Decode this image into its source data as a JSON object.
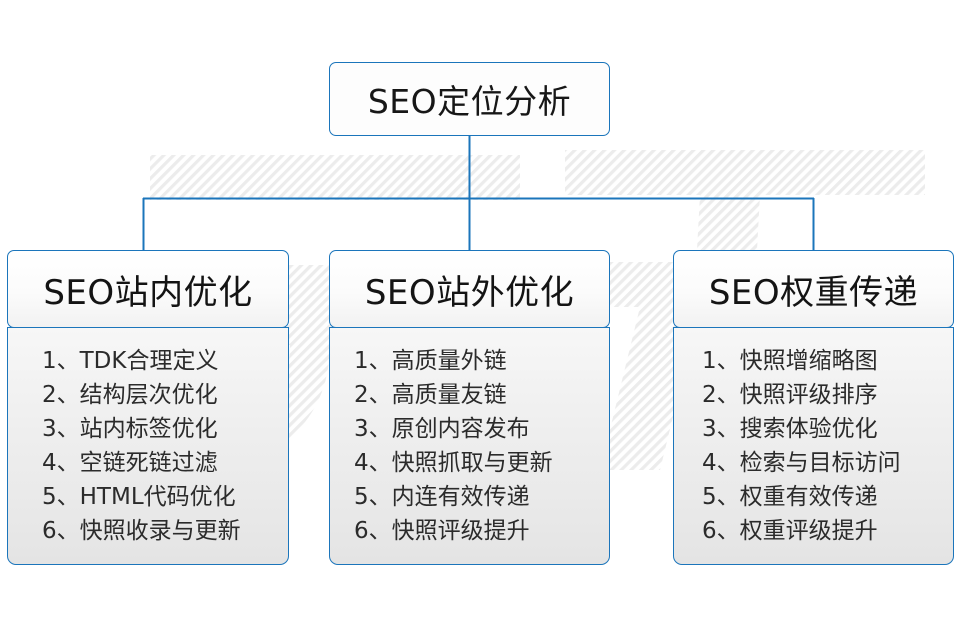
{
  "diagram": {
    "title": "SEO定位分析",
    "accent_color": "#1b75bb",
    "text_color": "#141414",
    "background_color": "#ffffff",
    "watermark_text": "云无限"
  },
  "root": {
    "label": "SEO定位分析"
  },
  "columns": [
    {
      "id": "seo-onsite",
      "header": "SEO站内优化",
      "items": [
        "1、TDK合理定义",
        "2、结构层次优化",
        "3、站内标签优化",
        "4、空链死链过滤",
        "5、HTML代码优化",
        "6、快照收录与更新"
      ]
    },
    {
      "id": "seo-offsite",
      "header": "SEO站外优化",
      "items": [
        "1、高质量外链",
        "2、高质量友链",
        "3、原创内容发布",
        "4、快照抓取与更新",
        "5、内连有效传递",
        "6、快照评级提升"
      ]
    },
    {
      "id": "seo-weight",
      "header": "SEO权重传递",
      "items": [
        "1、快照增缩略图",
        "2、快照评级排序",
        "3、搜索体验优化",
        "4、检索与目标访问",
        "5、权重有效传递",
        "6、权重评级提升"
      ]
    }
  ]
}
